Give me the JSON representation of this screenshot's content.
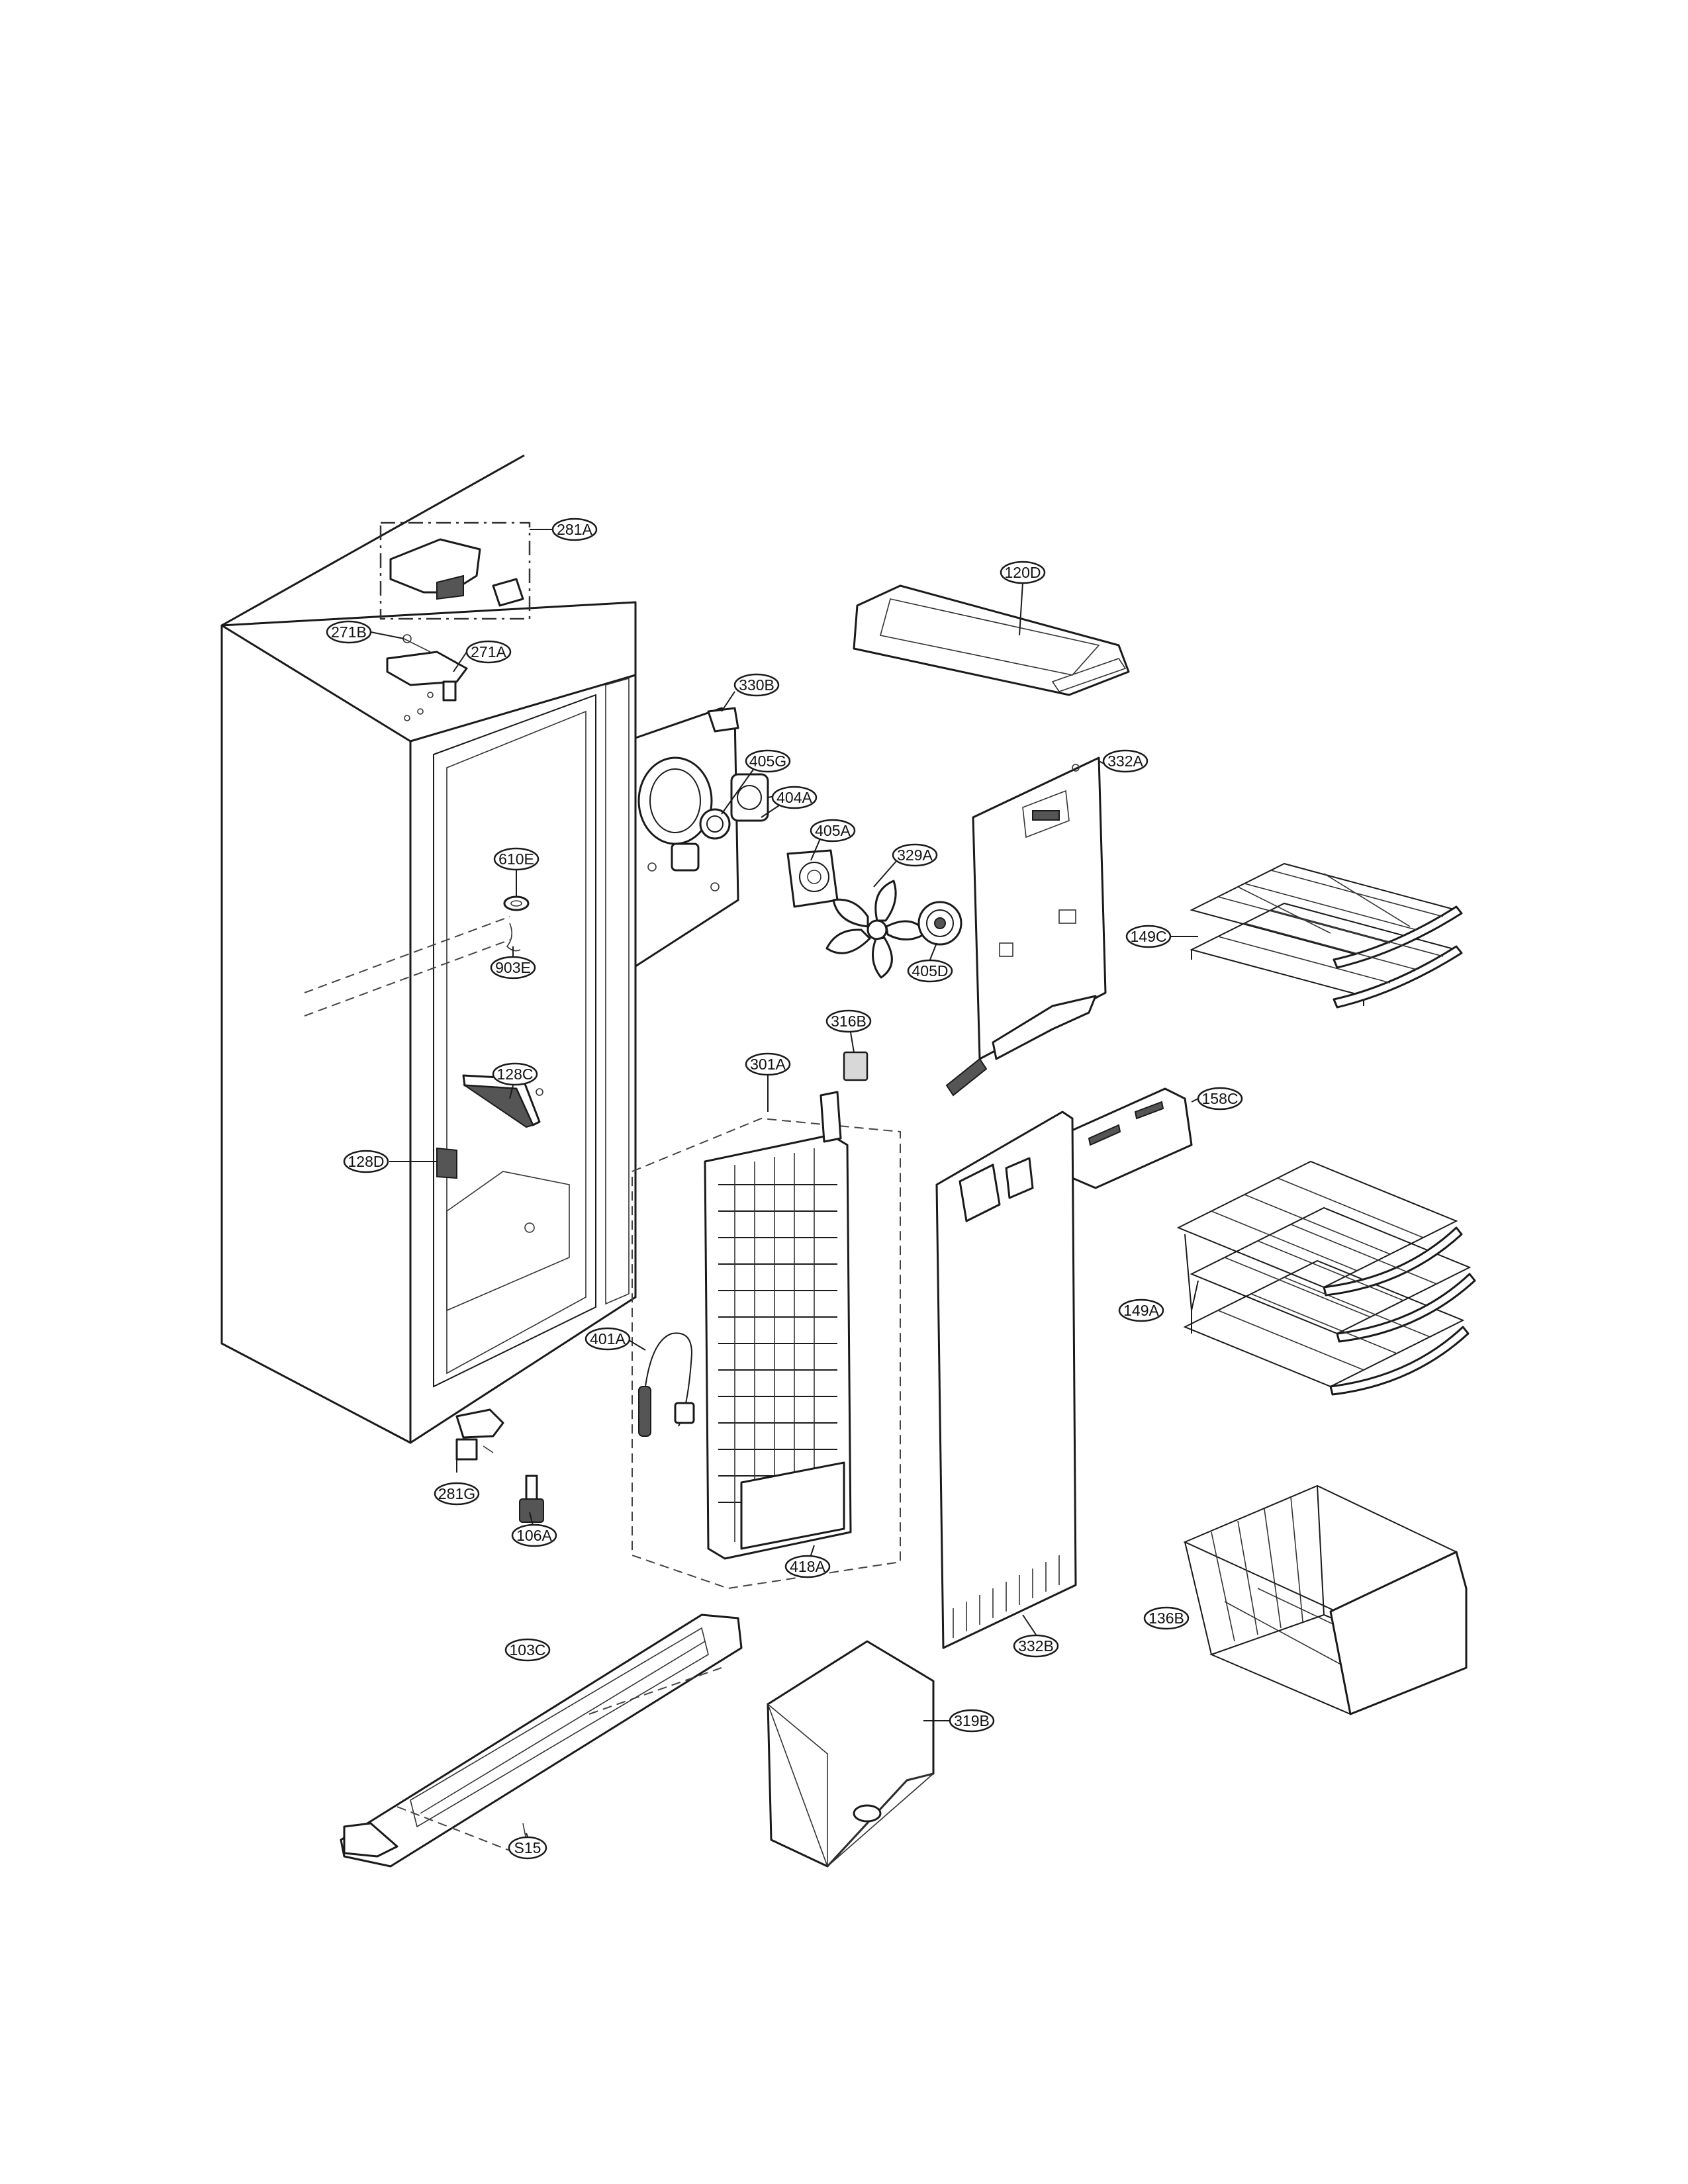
{
  "labels": {
    "p281A": "281A",
    "p271B": "271B",
    "p271A": "271A",
    "p120D": "120D",
    "p330B": "330B",
    "p405G": "405G",
    "p404A": "404A",
    "p405A": "405A",
    "p329A": "329A",
    "p405D": "405D",
    "p332A": "332A",
    "p149C": "149C",
    "p610E": "610E",
    "p903E": "903E",
    "p316B": "316B",
    "p301A": "301A",
    "p128C": "128C",
    "p128D": "128D",
    "p158C": "158C",
    "p149A": "149A",
    "p401A": "401A",
    "p281G": "281G",
    "p106A": "106A",
    "p418A": "418A",
    "p332B": "332B",
    "p136B": "136B",
    "p103C": "103C",
    "p319B": "319B",
    "p315": "S15"
  }
}
